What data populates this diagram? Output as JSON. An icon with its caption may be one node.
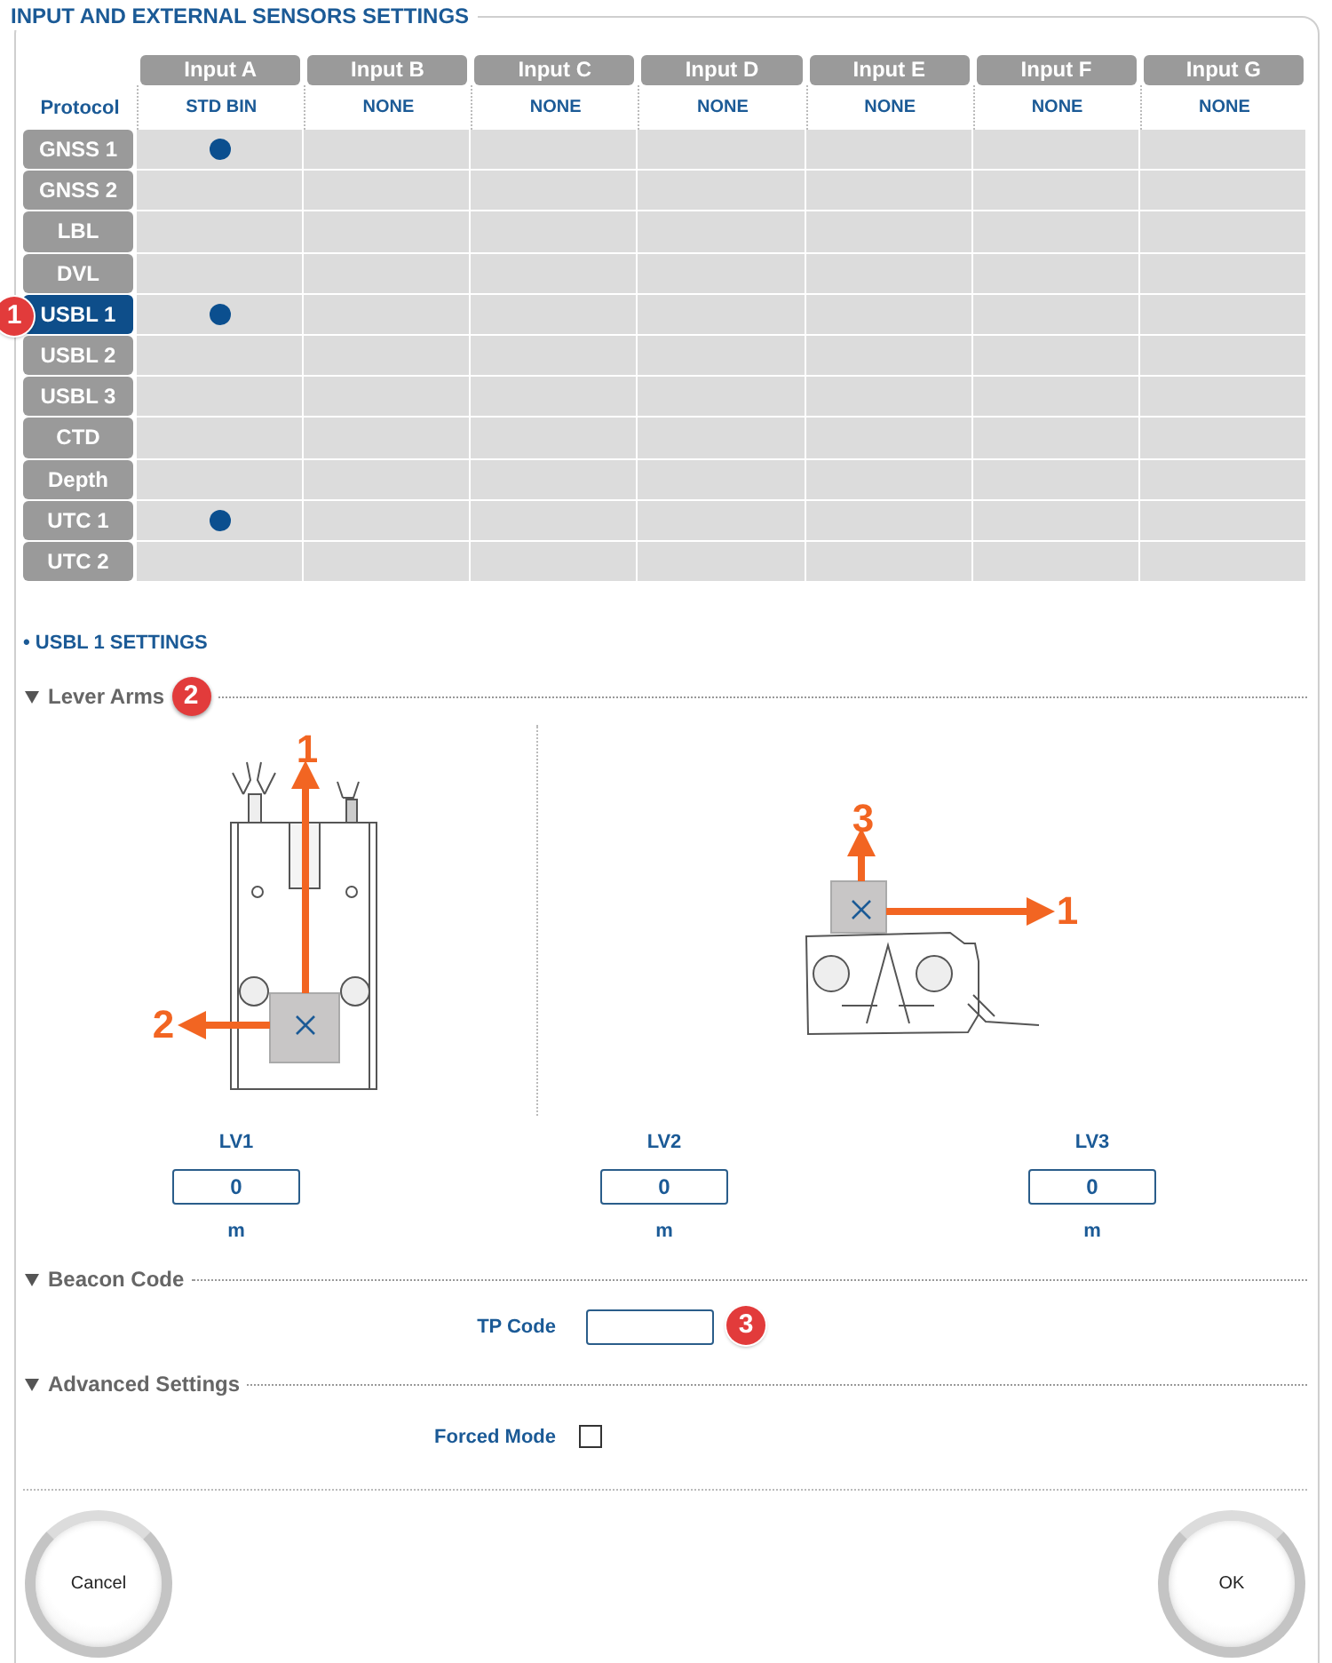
{
  "diagram": {
    "title": "INPUT AND EXTERNAL SENSORS SETTINGS",
    "nodes": [
      {
        "text": [],
        "shape": "circle"
      },
      {
        "text": [],
        "shape": "circle"
      },
      {
        "text": [],
        "shape": "circle"
      }
    ],
    "labels": [
      "Input A",
      "Input B",
      "Input C",
      "Input D",
      "Input E",
      "Input F",
      "Input G",
      "Protocol",
      "STD BIN",
      "NONE",
      "NONE",
      "NONE",
      "NONE",
      "NONE",
      "NONE",
      "GNSS 1",
      "GNSS 2",
      "LBL",
      "DVL",
      "1",
      "USBL 1",
      "USBL 2",
      "USBL 3",
      "CTD",
      "Depth",
      "UTC 1",
      "UTC 2",
      "• USBL 1 SETTINGS",
      "Lever Arms",
      "2",
      "1",
      "3",
      "1",
      "2",
      "LV1",
      "LV2",
      "LV3",
      "0",
      "0",
      "0",
      "m",
      "m",
      "m",
      "Beacon Code",
      "TP Code",
      "3",
      "Advanced Settings",
      "Forced Mode",
      "Cancel",
      "OK"
    ]
  }
}
